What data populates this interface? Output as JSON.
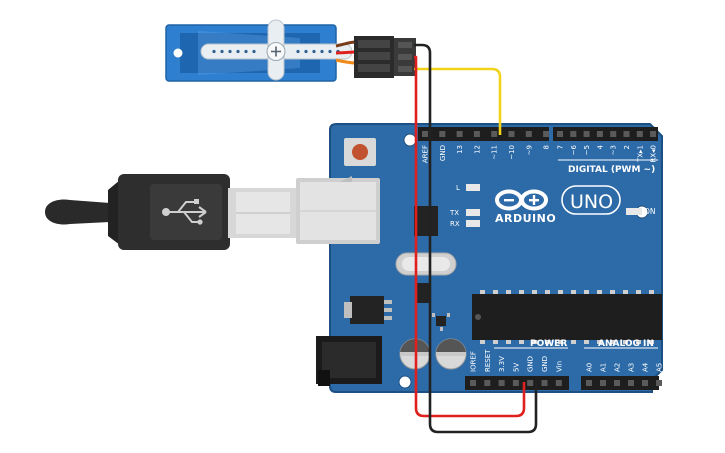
{
  "board": {
    "logo_text": "ARDUINO",
    "uno_text": "UNO",
    "digital_label": "DIGITAL (PWM ~)",
    "power_label": "POWER",
    "analog_label": "ANALOG IN",
    "on_label": "ON",
    "led_l": "L",
    "led_tx": "TX",
    "led_rx": "RX",
    "header_top_left": [
      "AREF",
      "GND",
      "13",
      "12",
      "~11",
      "~10",
      "~9",
      "8"
    ],
    "header_top_right": [
      "7",
      "~6",
      "~5",
      "4",
      "~3",
      "2",
      "TX▸1",
      "RX◂0"
    ],
    "header_power": [
      "IOREF",
      "RESET",
      "3.3V",
      "5V",
      "GND",
      "GND",
      "Vin"
    ],
    "header_analog": [
      "A0",
      "A1",
      "A2",
      "A3",
      "A4",
      "A5"
    ]
  },
  "colors": {
    "board": "#2d6ba8",
    "board_edge": "#1d4f82",
    "wire_signal": "#f2d21b",
    "wire_power": "#e0201e",
    "wire_ground": "#222222",
    "servo_body": "#2f7fd1"
  },
  "icons": [
    "usb-icon",
    "arduino-infinity-logo"
  ]
}
